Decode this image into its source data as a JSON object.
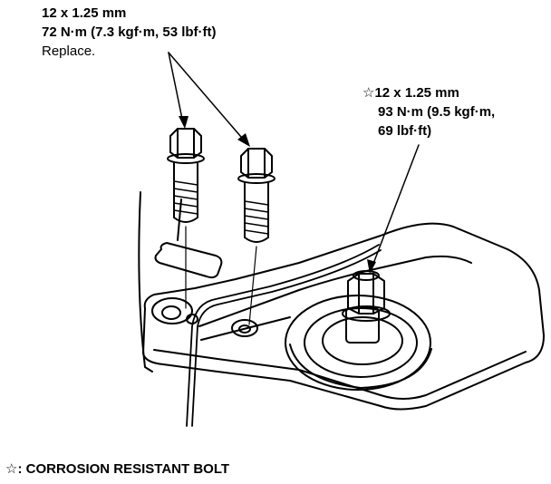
{
  "callout_left": {
    "size": "12 x 1.25 mm",
    "torque": "72 N·m (7.3 kgf·m, 53 lbf·ft)",
    "note": "Replace."
  },
  "callout_right": {
    "star": "☆",
    "size": "12 x 1.25 mm",
    "torque_line1": "93 N·m (9.5 kgf·m,",
    "torque_line2": "69 lbf·ft)"
  },
  "legend": {
    "star": "☆",
    "text": ": CORROSION RESISTANT BOLT"
  }
}
